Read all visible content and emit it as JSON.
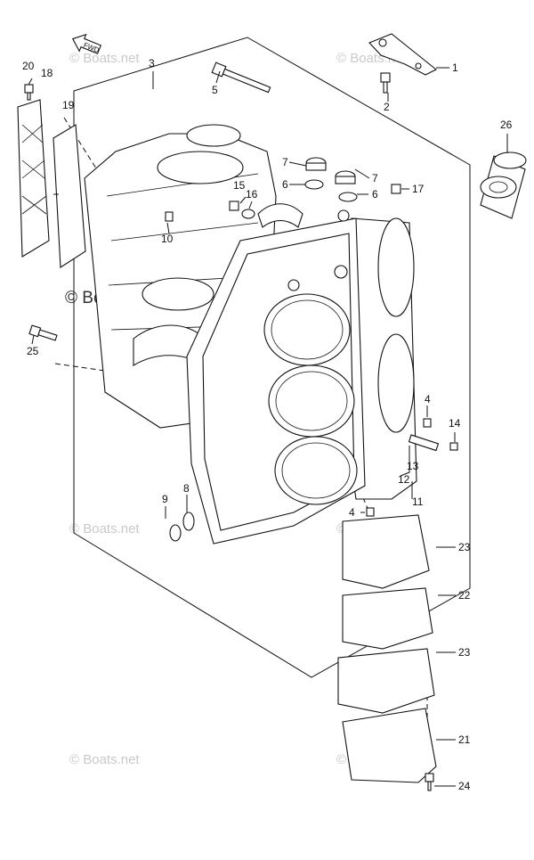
{
  "watermark": {
    "faint_text": "© Boats.net",
    "main_text": "© Boats.net"
  },
  "direction_marker": {
    "label": "FWD"
  },
  "callouts": [
    {
      "id": "1",
      "label": "1"
    },
    {
      "id": "2",
      "label": "2"
    },
    {
      "id": "3",
      "label": "3"
    },
    {
      "id": "4a",
      "label": "4"
    },
    {
      "id": "4b",
      "label": "4"
    },
    {
      "id": "5",
      "label": "5"
    },
    {
      "id": "6a",
      "label": "6"
    },
    {
      "id": "6b",
      "label": "6"
    },
    {
      "id": "7a",
      "label": "7"
    },
    {
      "id": "7b",
      "label": "7"
    },
    {
      "id": "8",
      "label": "8"
    },
    {
      "id": "9",
      "label": "9"
    },
    {
      "id": "10",
      "label": "10"
    },
    {
      "id": "11",
      "label": "11"
    },
    {
      "id": "12",
      "label": "12"
    },
    {
      "id": "13",
      "label": "13"
    },
    {
      "id": "14",
      "label": "14"
    },
    {
      "id": "15",
      "label": "15"
    },
    {
      "id": "16",
      "label": "16"
    },
    {
      "id": "17",
      "label": "17"
    },
    {
      "id": "18",
      "label": "18"
    },
    {
      "id": "19",
      "label": "19"
    },
    {
      "id": "20",
      "label": "20"
    },
    {
      "id": "21",
      "label": "21"
    },
    {
      "id": "22",
      "label": "22"
    },
    {
      "id": "23a",
      "label": "23"
    },
    {
      "id": "23b",
      "label": "23"
    },
    {
      "id": "24",
      "label": "24"
    },
    {
      "id": "25",
      "label": "25"
    },
    {
      "id": "26",
      "label": "26"
    }
  ]
}
